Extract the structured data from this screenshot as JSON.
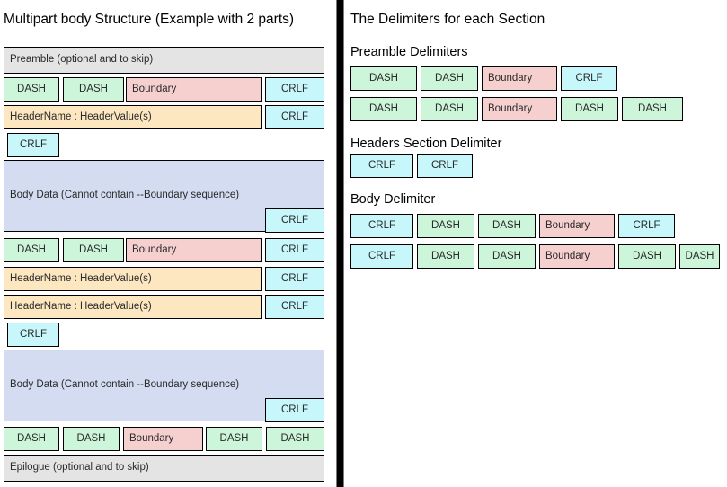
{
  "left": {
    "title": "Multipart body Structure (Example with 2 parts)",
    "labels": {
      "preamble": "Preamble (optional and to skip)",
      "dash": "DASH",
      "boundary": "Boundary",
      "crlf": "CRLF",
      "header_line": "HeaderName : HeaderValue(s)",
      "body_data": "Body Data (Cannot contain --Boundary sequence)",
      "epilogue": "Epilogue (optional and to skip)"
    }
  },
  "right": {
    "title": "The Delimiters for each Section",
    "sections": [
      {
        "heading": "Preamble Delimiters",
        "rows": [
          [
            "DASH",
            "DASH",
            "Boundary",
            "CRLF"
          ],
          [
            "DASH",
            "DASH",
            "Boundary",
            "DASH",
            "DASH"
          ]
        ]
      },
      {
        "heading": "Headers Section Delimiter",
        "rows": [
          [
            "CRLF",
            "CRLF"
          ]
        ]
      },
      {
        "heading": "Body Delimiter",
        "rows": [
          [
            "CRLF",
            "DASH",
            "DASH",
            "Boundary",
            "CRLF"
          ],
          [
            "CRLF",
            "DASH",
            "DASH",
            "Boundary",
            "DASH",
            "DASH"
          ]
        ]
      }
    ]
  },
  "colors": {
    "gray": "#e4e4e4",
    "green": "#ccf5d9",
    "pink": "#f6d0cf",
    "cyan": "#c7f6fb",
    "orange": "#fde7c0",
    "lavender": "#d3dcf0",
    "divider": "#000000"
  }
}
